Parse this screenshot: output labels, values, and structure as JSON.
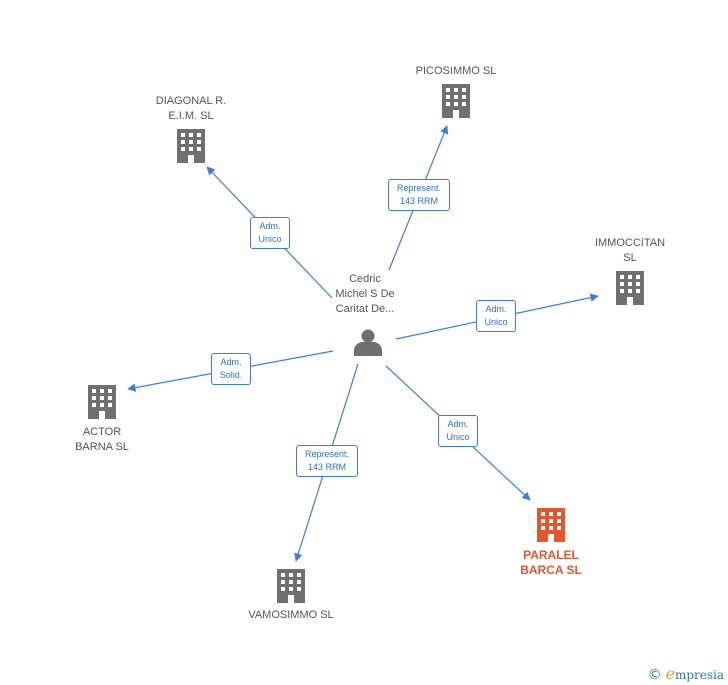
{
  "center": {
    "label": "Cedric\nMichel S De\nCaritat De..."
  },
  "companies": [
    {
      "id": "picosimmo",
      "label": "PICOSIMMO  SL"
    },
    {
      "id": "diagonal",
      "label": "DIAGONAL R.\nE.I.M.  SL"
    },
    {
      "id": "immoccitan",
      "label": "IMMOCCITAN\nSL"
    },
    {
      "id": "actor",
      "label": "ACTOR\nBARNA  SL"
    },
    {
      "id": "vamosimmo",
      "label": "VAMOSIMMO  SL"
    },
    {
      "id": "paralel",
      "label": "PARALEL\nBARCA  SL"
    }
  ],
  "edges": [
    {
      "to": "picosimmo",
      "label": "Represent.\n143 RRM"
    },
    {
      "to": "diagonal",
      "label": "Adm.\nUnico"
    },
    {
      "to": "immoccitan",
      "label": "Adm.\nUnico"
    },
    {
      "to": "actor",
      "label": "Adm.\nSolid."
    },
    {
      "to": "vamosimmo",
      "label": "Represent.\n143 RRM"
    },
    {
      "to": "paralel",
      "label": "Adm.\nUnico"
    }
  ],
  "colors": {
    "edge": "#3b7dd8",
    "building": "#707070",
    "highlight": "#e8542c",
    "person": "#707070"
  },
  "footer": {
    "copyright": "©",
    "brand_initial": "e",
    "brand_rest": "mpresia"
  }
}
